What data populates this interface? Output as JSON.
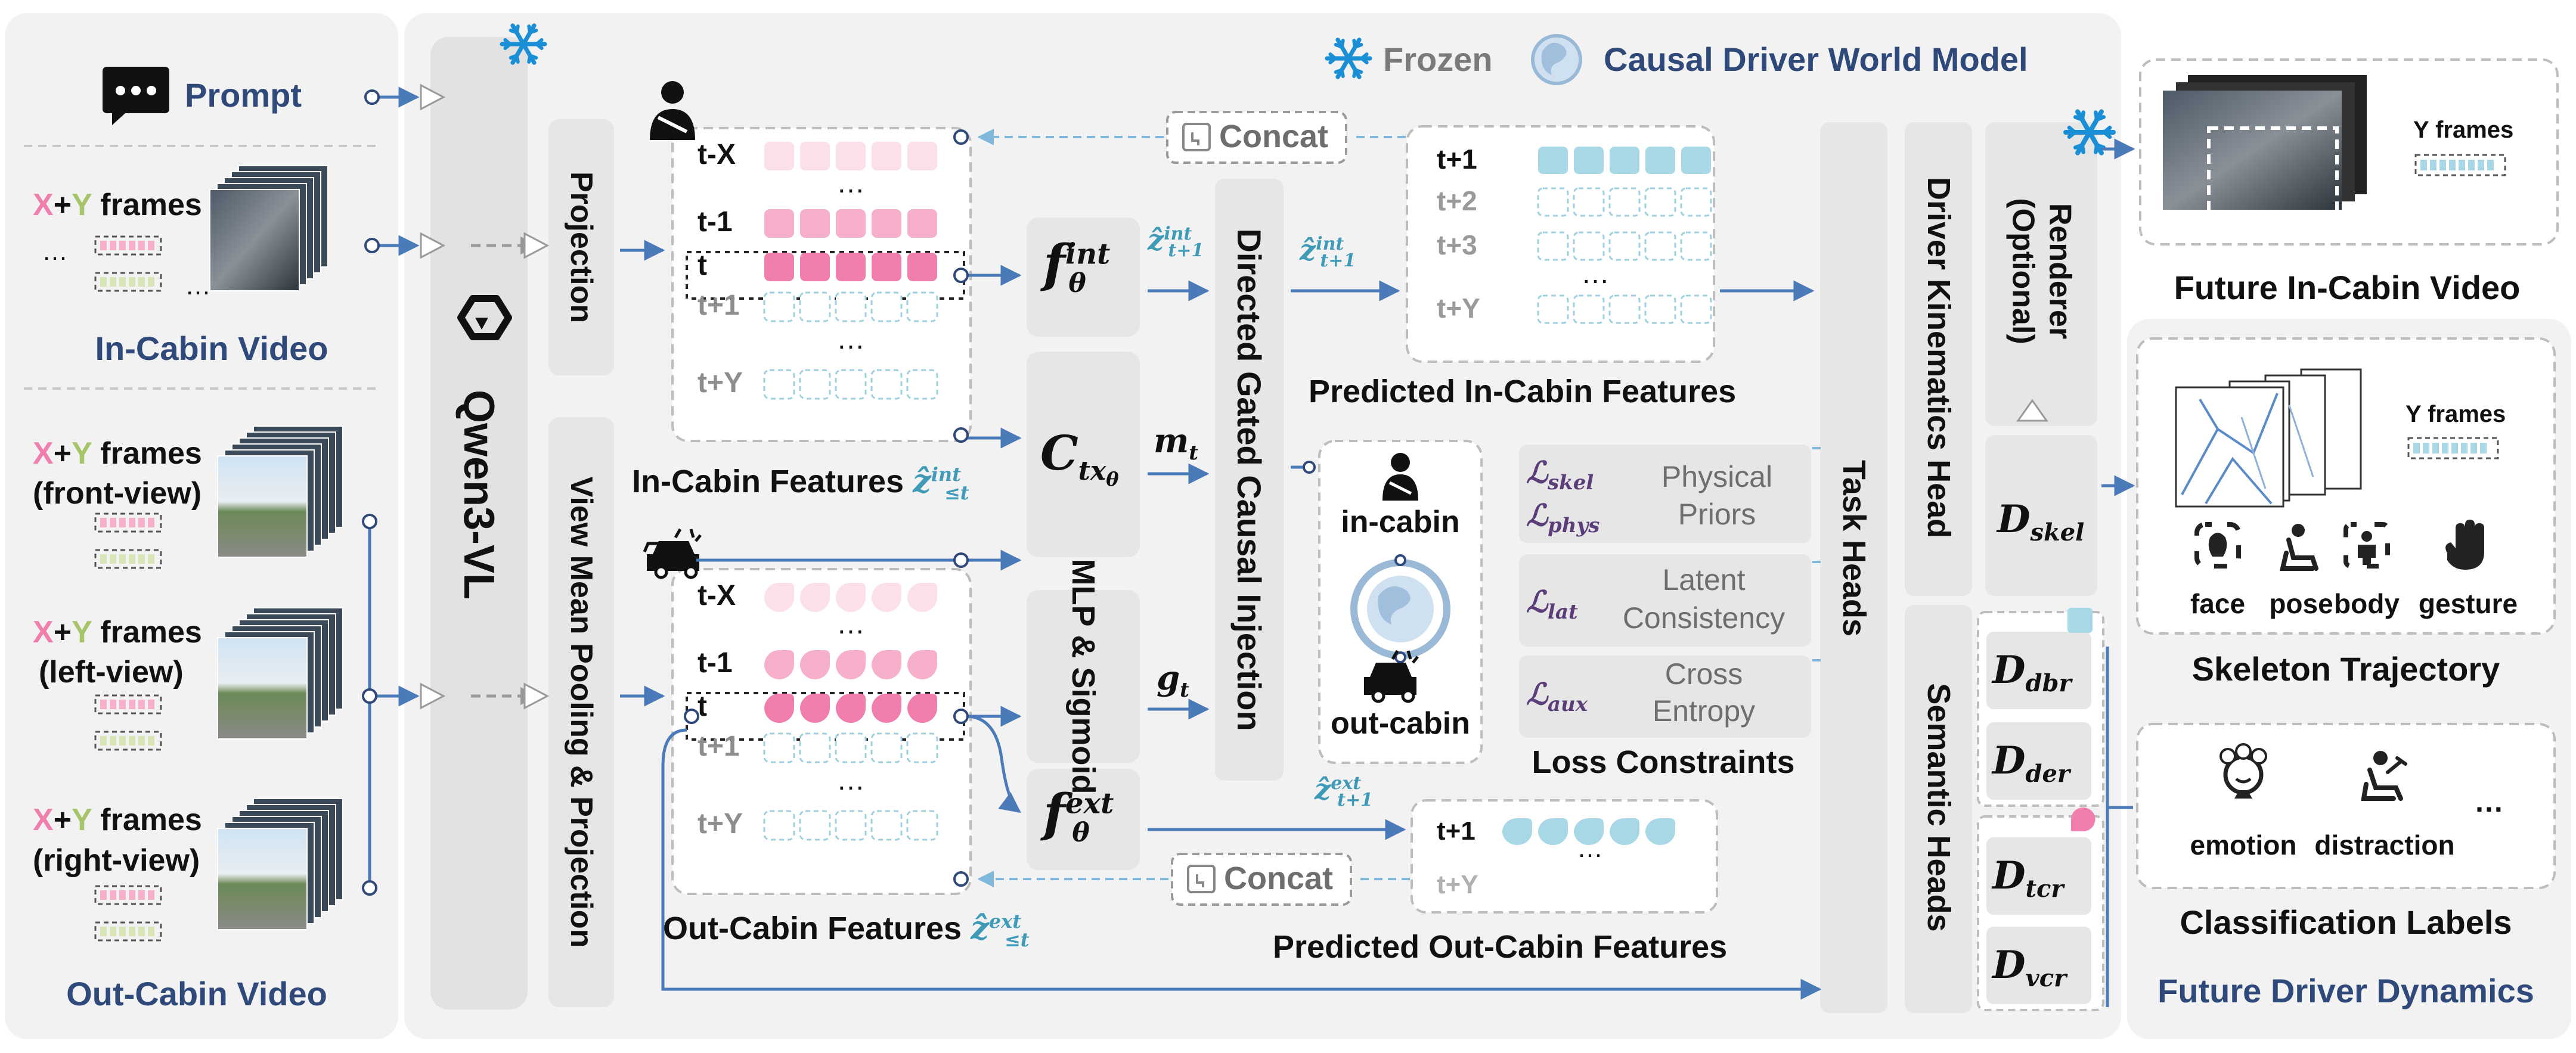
{
  "legend": {
    "frozen": "Frozen",
    "model": "Causal Driver World Model"
  },
  "inputs": {
    "prompt": "Prompt",
    "xy_frames": "frames",
    "in_cabin_video": "In-Cabin Video",
    "front_view": "(front-view)",
    "left_view": "(left-view)",
    "right_view": "(right-view)",
    "out_cabin_video": "Out-Cabin Video",
    "x_token": "X",
    "plus": "+",
    "y_token": "Y",
    "ellipsis": "…"
  },
  "backbone": {
    "name": "Qwen3-VL",
    "projection": "Projection",
    "view_pooling": "View Mean Pooling & Projection"
  },
  "features": {
    "rows_in": [
      "t-X",
      "…",
      "t-1",
      "t",
      "t+1",
      "…",
      "t+Y"
    ],
    "rows_out": [
      "t-X",
      "…",
      "t-1",
      "t",
      "t+1",
      "…",
      "t+Y"
    ],
    "in_cabin_label": "In-Cabin Features",
    "out_cabin_label": "Out-Cabin Features"
  },
  "modules": {
    "f_int_base": "f",
    "f_int_sub": "θ",
    "f_int_sup": "int",
    "ctx_base": "C",
    "ctx_sub": "tx",
    "ctx_sub2": "θ",
    "mlp": "MLP & Sigmoid",
    "f_ext_base": "f",
    "f_ext_sub": "θ",
    "f_ext_sup": "ext",
    "injection": "Directed Gated Causal Injection",
    "m_t": "m",
    "m_t_sub": "t",
    "g_t": "g",
    "g_t_sub": "t",
    "z_int_pred": "ẑ",
    "z_int_pred_sup": "int",
    "z_int_pred_sub": "t+1",
    "z_ext_pred": "ẑ",
    "z_ext_pred_sup": "ext",
    "z_ext_pred_sub": "t+1",
    "z_int_hist": "ẑ",
    "z_int_hist_sup": "int",
    "z_int_hist_sub": "≤t",
    "z_ext_hist": "ẑ",
    "z_ext_hist_sup": "ext",
    "z_ext_hist_sub": "≤t",
    "in_cabin": "in-cabin",
    "out_cabin": "out-cabin",
    "concat": "Concat"
  },
  "predicted": {
    "in_rows": [
      "t+1",
      "t+2",
      "t+3",
      "…",
      "t+Y"
    ],
    "in_label": "Predicted In-Cabin Features",
    "out_rows": [
      "t+1",
      "…",
      "t+Y"
    ],
    "out_label": "Predicted Out-Cabin Features"
  },
  "losses": {
    "skel": "skel",
    "phys": "phys",
    "physical": "Physical",
    "priors": "Priors",
    "lat": "lat",
    "latent": "Latent",
    "consistency": "Consistency",
    "aux": "aux",
    "cross": "Cross",
    "entropy": "Entropy",
    "title": "Loss Constraints",
    "script_L": "ℒ"
  },
  "heads": {
    "task_heads": "Task Heads",
    "kinematics": "Driver Kinematics Head",
    "semantic": "Semantic Heads",
    "renderer": "Renderer (Optional)",
    "d_base": "D",
    "d_skel": "skel",
    "d_dbr": "dbr",
    "d_der": "der",
    "d_tcr": "tcr",
    "d_vcr": "vcr"
  },
  "outputs": {
    "future_video": "Future In-Cabin Video",
    "y_frames": "Y frames",
    "skeleton_traj": "Skeleton Trajectory",
    "skeleton_items": [
      "face",
      "pose",
      "body",
      "gesture"
    ],
    "class_labels": "Classification Labels",
    "class_items": [
      "emotion",
      "distraction"
    ],
    "ellipsis": "…",
    "future_dynamics": "Future Driver Dynamics"
  },
  "colors": {
    "pink_strong": "#f07fae",
    "pink_mid": "#f6b0cc",
    "pink_light": "#fbe0ea",
    "teal": "#a8d8e6",
    "teal_dash": "#9fd0e0",
    "arrow": "#4a7bb8",
    "navy": "#2f4a7a",
    "frozen_blue": "#1a8fd6",
    "panel": "#f2f2f2",
    "module": "#e6e6e6"
  }
}
